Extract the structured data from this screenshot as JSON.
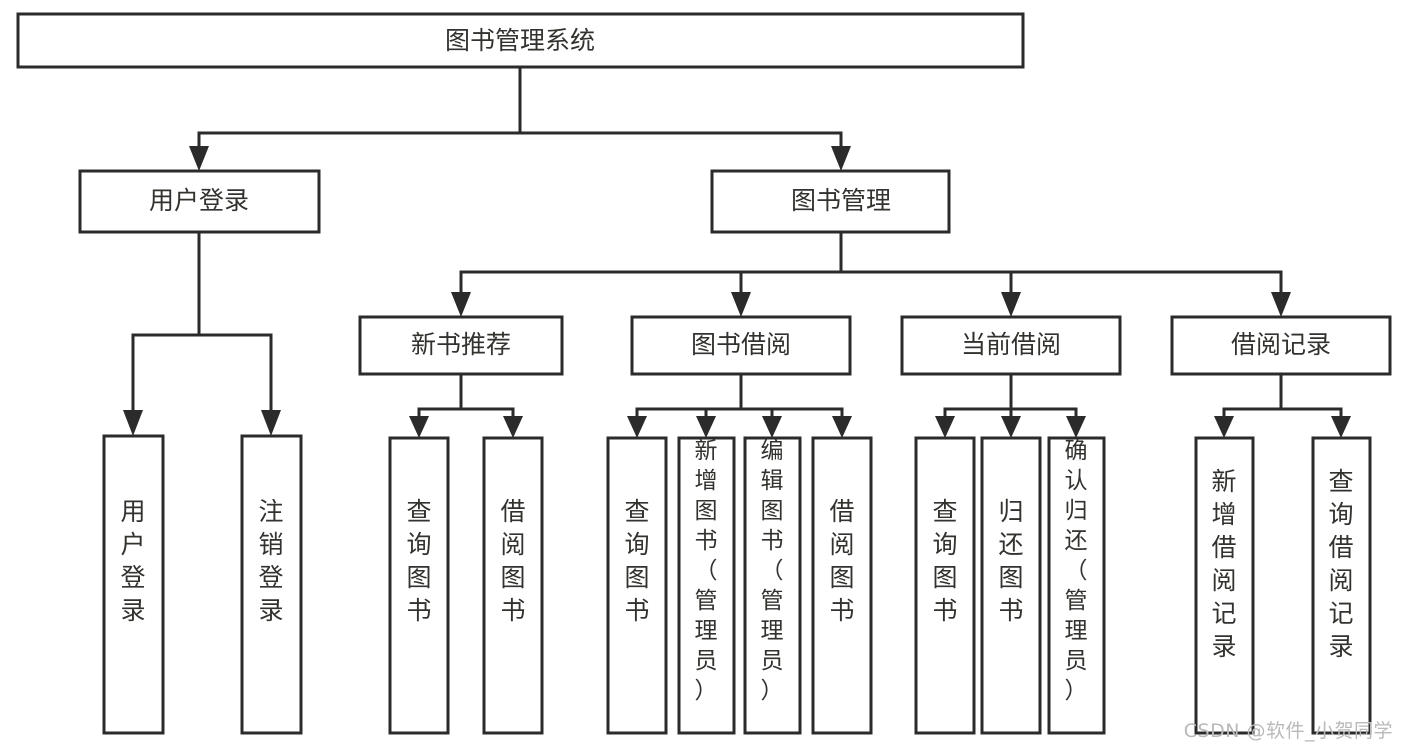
{
  "diagram": {
    "title": "图书管理系统",
    "watermark": "CSDN @软件_小贺同学",
    "colors": {
      "background": "#ffffff",
      "stroke": "#2b2b2b",
      "text": "#32322e",
      "watermark": "#b9b9b9"
    },
    "nodes": {
      "root": {
        "label": "图书管理系统",
        "orientation": "horizontal"
      },
      "level1": [
        {
          "label": "用户登录",
          "orientation": "horizontal"
        },
        {
          "label": "图书管理",
          "orientation": "horizontal"
        }
      ],
      "level2": [
        {
          "label": "新书推荐",
          "orientation": "horizontal"
        },
        {
          "label": "图书借阅",
          "orientation": "horizontal"
        },
        {
          "label": "当前借阅",
          "orientation": "horizontal"
        },
        {
          "label": "借阅记录",
          "orientation": "horizontal"
        }
      ],
      "leaves": {
        "user_login": [
          {
            "label": "用户登录",
            "orientation": "vertical"
          },
          {
            "label": "注销登录",
            "orientation": "vertical"
          }
        ],
        "new_book_recommend": [
          {
            "label": "查询图书",
            "orientation": "vertical"
          },
          {
            "label": "借阅图书",
            "orientation": "vertical"
          }
        ],
        "book_borrow": [
          {
            "label": "查询图书",
            "orientation": "vertical"
          },
          {
            "label": "新增图书（管理员）",
            "orientation": "vertical"
          },
          {
            "label": "编辑图书（管理员）",
            "orientation": "vertical"
          },
          {
            "label": "借阅图书",
            "orientation": "vertical"
          }
        ],
        "current_borrow": [
          {
            "label": "查询图书",
            "orientation": "vertical"
          },
          {
            "label": "归还图书",
            "orientation": "vertical"
          },
          {
            "label": "确认归还（管理员）",
            "orientation": "vertical"
          }
        ],
        "borrow_record": [
          {
            "label": "新增借阅记录",
            "orientation": "vertical"
          },
          {
            "label": "查询借阅记录",
            "orientation": "vertical"
          }
        ]
      }
    }
  }
}
